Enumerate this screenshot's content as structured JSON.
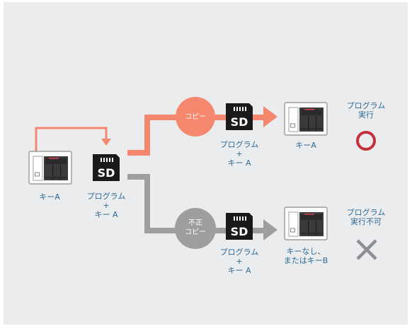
{
  "source": {
    "device_label": "キーA",
    "sd_label_lines": [
      "プログラム",
      "+",
      "キー A"
    ]
  },
  "branch_copy": {
    "badge": "コピー",
    "sd_label_lines": [
      "プログラム",
      "+",
      "キー A"
    ],
    "device_label": "キーA",
    "result_lines": [
      "プログラム",
      "実行"
    ]
  },
  "branch_illegal": {
    "badge_lines": [
      "不正",
      "コピー"
    ],
    "sd_label_lines": [
      "プログラム",
      "+",
      "キー A"
    ],
    "device_label_lines": [
      "キーなし、",
      "またはキーB"
    ],
    "result_lines": [
      "プログラム",
      "実行不可"
    ]
  },
  "sd_card_text": "SD",
  "colors": {
    "background": "#ebecee",
    "copy_arrow": "#f4876d",
    "illegal_arrow": "#9c9ea0",
    "label_text": "#2c6a94",
    "ok_mark": "#c6303c",
    "ng_mark": "#8d8f92"
  },
  "icons": {
    "ok": "circle-icon",
    "ng": "cross-icon"
  }
}
